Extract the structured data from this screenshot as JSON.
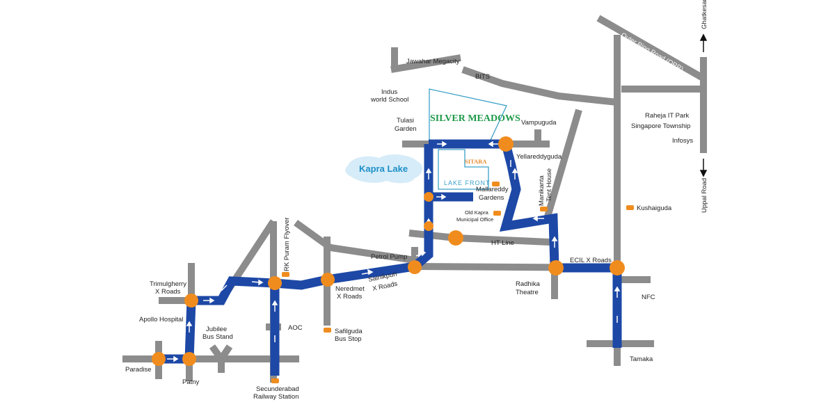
{
  "colors": {
    "road": "#8c8c8c",
    "route": "#1d48a6",
    "junction": "#f08c1e",
    "landmark": "#f08c1e",
    "lake": "#d6ecf8",
    "lake_text": "#1e8fc8",
    "project_green": "#1f9a4a",
    "sitara_orange": "#e8892e",
    "plot_outline": "#3aa0c8"
  },
  "project": {
    "name": "SILVER MEADOWS",
    "neighbour": "SITARA",
    "lake_front": "LAKE FRONT"
  },
  "water": {
    "lake": "Kapra Lake"
  },
  "roads": {
    "orr": "Outer Ring Road (ORR)",
    "ht_line": "HT Line",
    "uppal": "Uppal Road",
    "ghatkesar": "Ghatkesar"
  },
  "places": {
    "jawahar": "Jawahar Megacity",
    "bits": "BITS",
    "indus_1": "Indus",
    "indus_2": "world School",
    "tulasi_1": "Tulasi",
    "tulasi_2": "Garden",
    "vampuguda": "Vampuguda",
    "yellareddy": "Yellareddyguda",
    "mallareddy_1": "Mallareddy",
    "mallareddy_2": "Gardens",
    "oldkapra_1": "Old Kapra",
    "oldkapra_2": "Municipal Office",
    "manikanta_1": "Manikanta",
    "manikanta_2": "Tent House",
    "raheja": "Raheja IT Park",
    "singapore": "Singapore Township",
    "infosys": "Infosys",
    "kushaiguda": "Kushaiguda",
    "rkpuram": "RK Puram Flyover",
    "petrol": "Petrol Pump",
    "sainikpuri_1": "Sainikpuri",
    "sainikpuri_2": "X Roads",
    "neredmet_1": "Neredmet",
    "neredmet_2": "X Roads",
    "trimul_1": "Trimulgherry",
    "trimul_2": "X Roads",
    "apollo": "Apollo Hospital",
    "jubilee_1": "Jubilee",
    "jubilee_2": "Bus Stand",
    "aoc": "AOC",
    "safilguda_1": "Safilguda",
    "safilguda_2": "Bus Stop",
    "paradise": "Paradise",
    "patny": "Patny",
    "secbad_1": "Secunderabad",
    "secbad_2": "Railway Station",
    "ecil": "ECIL X Roads",
    "radhika_1": "Radhika",
    "radhika_2": "Theatre",
    "nfc": "NFC",
    "tamaka": "Tamaka"
  }
}
